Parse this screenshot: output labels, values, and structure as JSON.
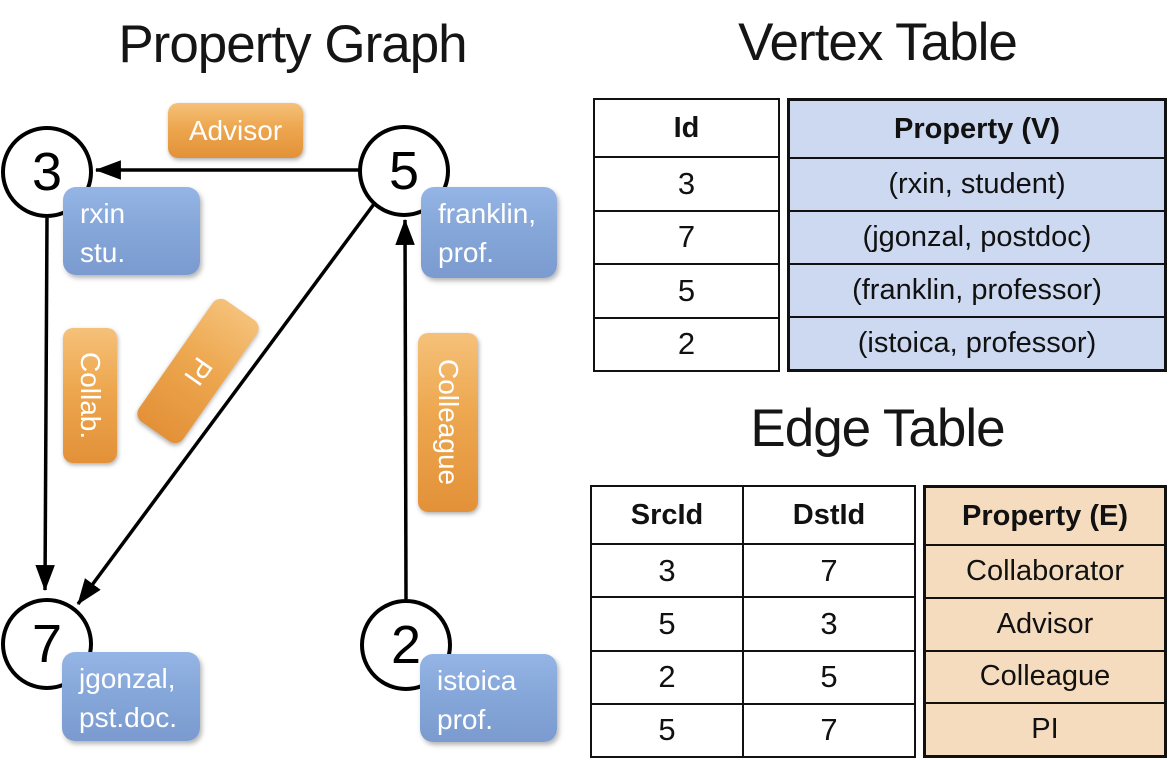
{
  "graph": {
    "title": "Property Graph",
    "nodes": [
      {
        "id": "3",
        "label_lines": [
          "rxin",
          "stu."
        ]
      },
      {
        "id": "5",
        "label_lines": [
          "franklin,",
          "prof."
        ]
      },
      {
        "id": "7",
        "label_lines": [
          "jgonzal,",
          "pst.doc."
        ]
      },
      {
        "id": "2",
        "label_lines": [
          "istoica",
          "prof."
        ]
      }
    ],
    "edge_labels": {
      "advisor": "Advisor",
      "collab": "Collab.",
      "pi": "PI",
      "colleague": "Colleague"
    }
  },
  "vertex_table": {
    "title": "Vertex Table",
    "id_header": "Id",
    "prop_header": "Property (V)",
    "rows": [
      {
        "id": "3",
        "prop": "(rxin, student)"
      },
      {
        "id": "7",
        "prop": "(jgonzal, postdoc)"
      },
      {
        "id": "5",
        "prop": "(franklin, professor)"
      },
      {
        "id": "2",
        "prop": "(istoica, professor)"
      }
    ]
  },
  "edge_table": {
    "title": "Edge Table",
    "src_header": "SrcId",
    "dst_header": "DstId",
    "prop_header": "Property (E)",
    "rows": [
      {
        "src": "3",
        "dst": "7",
        "prop": "Collaborator"
      },
      {
        "src": "5",
        "dst": "3",
        "prop": "Advisor"
      },
      {
        "src": "2",
        "dst": "5",
        "prop": "Colleague"
      },
      {
        "src": "5",
        "dst": "7",
        "prop": "PI"
      }
    ]
  },
  "colors": {
    "line_and_border": "#000000",
    "node_fill": "#ffffff",
    "edge_label_orange_top": "#f5c179",
    "edge_label_orange_bottom": "#e39138",
    "vertex_box_blue_top": "#94b5e5",
    "vertex_box_blue_bottom": "#7b9bd0",
    "vertex_table_cell_fill": "#ccd9f0",
    "edge_table_cell_fill": "#f5dcbe",
    "label_text": "#ffffff"
  }
}
